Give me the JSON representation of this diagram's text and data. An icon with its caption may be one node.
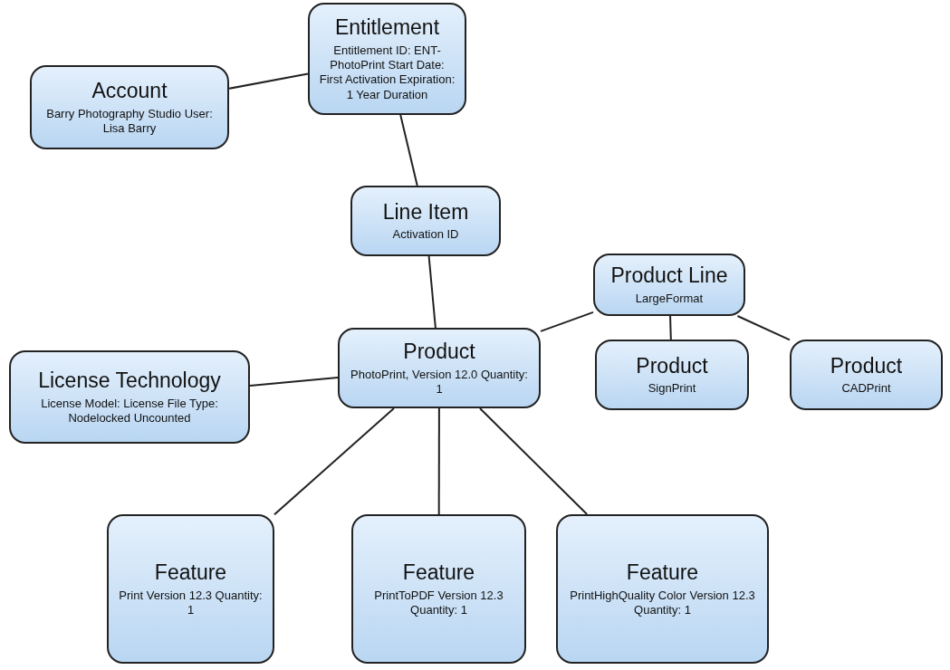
{
  "diagram": {
    "nodes": [
      {
        "text": [
          "Entitlement",
          "Entitlement ID: ENT-PhotoPrint Start Date: First Activation Expiration: 1 Year Duration"
        ]
      },
      {
        "text": [
          "Account",
          "Barry Photography Studio User: Lisa Barry"
        ]
      },
      {
        "text": [
          "Line Item",
          "Activation ID"
        ]
      },
      {
        "text": [
          "Product Line",
          "LargeFormat"
        ]
      },
      {
        "text": [
          "Product",
          "PhotoPrint, Version 12.0 Quantity: 1"
        ]
      },
      {
        "text": [
          "Product",
          "SignPrint"
        ]
      },
      {
        "text": [
          "Product",
          "CADPrint"
        ]
      },
      {
        "text": [
          "License Technology",
          "License Model: License File Type: Nodelocked Uncounted"
        ]
      },
      {
        "text": [
          "Feature",
          "Print Version 12.3 Quantity: 1"
        ]
      },
      {
        "text": [
          "Feature",
          "PrintToPDF Version 12.3 Quantity: 1"
        ]
      },
      {
        "text": [
          "Feature",
          "PrintHighQuality Color Version 12.3 Quantity: 1"
        ]
      }
    ],
    "edges": [
      {
        "from": 1,
        "to": 0,
        "arrow": "none"
      },
      {
        "from": 0,
        "to": 2,
        "arrow": "none"
      },
      {
        "from": 2,
        "to": 4,
        "arrow": "none"
      },
      {
        "from": 3,
        "to": 4,
        "arrow": "none"
      },
      {
        "from": 3,
        "to": 5,
        "arrow": "none"
      },
      {
        "from": 3,
        "to": 6,
        "arrow": "none"
      },
      {
        "from": 4,
        "to": 7,
        "arrow": "none"
      },
      {
        "from": 4,
        "to": 8,
        "arrow": "none"
      },
      {
        "from": 4,
        "to": 9,
        "arrow": "none"
      },
      {
        "from": 4,
        "to": 10,
        "arrow": "none"
      }
    ]
  }
}
